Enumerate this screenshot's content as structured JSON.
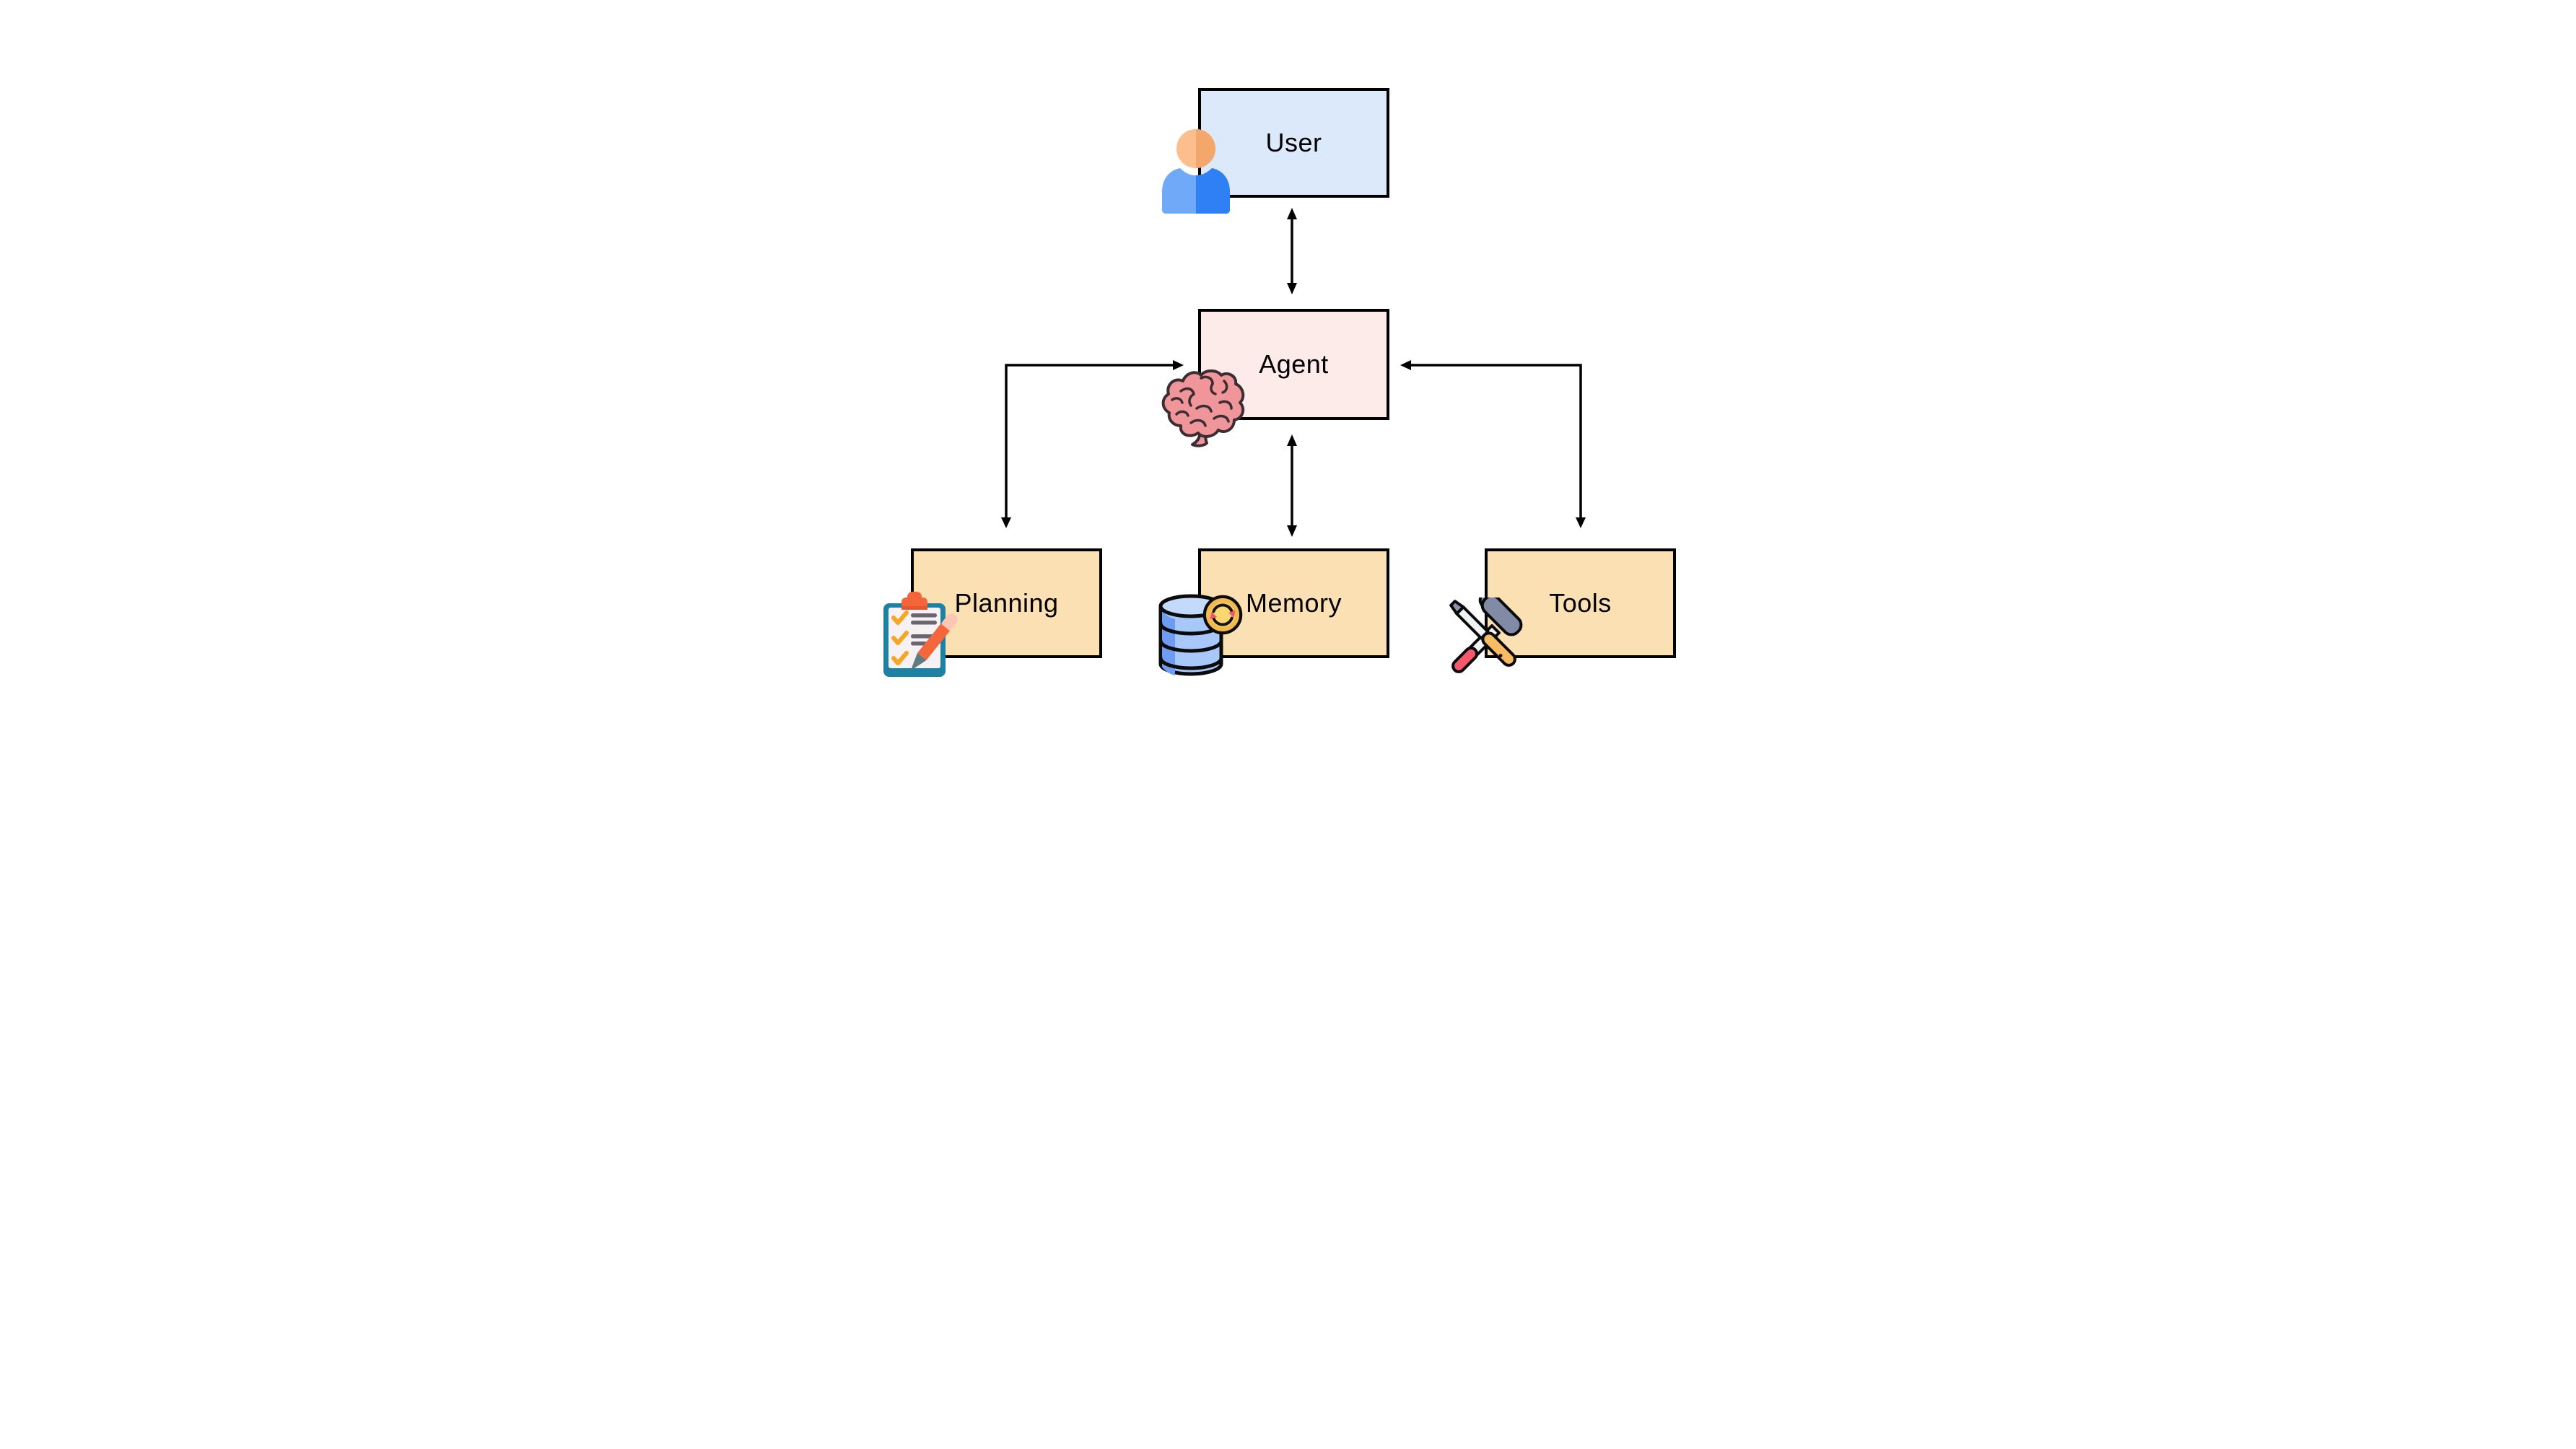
{
  "diagram": {
    "type": "architecture-flow-diagram",
    "background": "#ffffff",
    "nodes": {
      "user": {
        "label": "User",
        "fill": "#dbe9fb",
        "border": "#000000",
        "icon": "person-icon"
      },
      "agent": {
        "label": "Agent",
        "fill": "#fcebe9",
        "border": "#000000",
        "icon": "brain-icon"
      },
      "planning": {
        "label": "Planning",
        "fill": "#fbe0b4",
        "border": "#000000",
        "icon": "clipboard-checklist-icon"
      },
      "memory": {
        "label": "Memory",
        "fill": "#fbe0b4",
        "border": "#000000",
        "icon": "database-sync-icon"
      },
      "tools": {
        "label": "Tools",
        "fill": "#fbe0b4",
        "border": "#000000",
        "icon": "hammer-screwdriver-icon"
      }
    },
    "edges": [
      {
        "from": "user",
        "to": "agent",
        "style": "straight-vertical",
        "arrowheads": "both"
      },
      {
        "from": "agent",
        "to": "memory",
        "style": "straight-vertical",
        "arrowheads": "both"
      },
      {
        "from": "agent",
        "to": "planning",
        "style": "elbow",
        "arrowheads": "both"
      },
      {
        "from": "agent",
        "to": "tools",
        "style": "elbow",
        "arrowheads": "both"
      }
    ],
    "edge_color": "#000000",
    "icon_colors": {
      "person_head_light": "#fbbe8c",
      "person_head_dark": "#f3a76b",
      "person_body_light": "#6fa9f8",
      "person_body_dark": "#2f80f4",
      "brain_fill": "#f0959a",
      "brain_outline": "#3b2e33",
      "clipboard_board": "#1d81a2",
      "clipboard_paper": "#f6f1f2",
      "clipboard_clip": "#f4653b",
      "check_yellow": "#f5a623",
      "line_gray": "#6a6570",
      "pencil_orange": "#f4663c",
      "pencil_eraser": "#fbc6b4",
      "pencil_tip": "#5f7a80",
      "db_blue": "#a9c8fa",
      "db_blue_dark": "#6f9cf3",
      "db_top": "#c4dafc",
      "sync_yellow": "#fbd76f",
      "sync_arrow_red": "#f2556b",
      "hammer_head_gray": "#818ba6",
      "hammer_grip_red": "#f6596e",
      "screwdriver_shaft": "#eff3f4",
      "screwdriver_grip_orange": "#f7bc63",
      "outline_black": "#0b0b0b"
    }
  }
}
